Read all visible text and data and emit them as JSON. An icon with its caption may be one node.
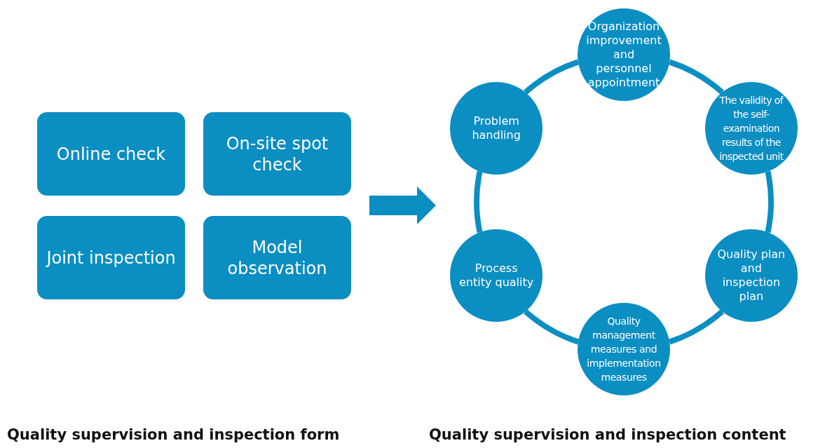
{
  "diagram": {
    "nodes": [
      {
        "text": [
          "Online check"
        ]
      },
      {
        "text": [
          "On-site spot check"
        ]
      },
      {
        "text": [
          "Joint inspection"
        ]
      },
      {
        "text": [
          "Model observation"
        ]
      },
      {
        "text": [
          "Organization improvement and personnel appointment"
        ]
      },
      {
        "text": [
          "The validity of the self-examination results of the inspected unit"
        ]
      },
      {
        "text": [
          "Quality plan and inspection plan"
        ]
      },
      {
        "text": [
          "Quality management measures and implementation measures"
        ]
      },
      {
        "text": [
          "Process entity quality"
        ]
      },
      {
        "text": [
          "Problem handling"
        ]
      }
    ],
    "edges": [
      {
        "from": 4,
        "to": 5,
        "arrow": "none"
      },
      {
        "from": 5,
        "to": 6,
        "arrow": "none"
      },
      {
        "from": 6,
        "to": 7,
        "arrow": "none"
      },
      {
        "from": 7,
        "to": 8,
        "arrow": "none"
      },
      {
        "from": 8,
        "to": 9,
        "arrow": "none"
      },
      {
        "from": 9,
        "to": 4,
        "arrow": "none"
      }
    ],
    "labels": [
      "Quality supervision and inspection form",
      "Quality supervision and inspection content"
    ]
  }
}
